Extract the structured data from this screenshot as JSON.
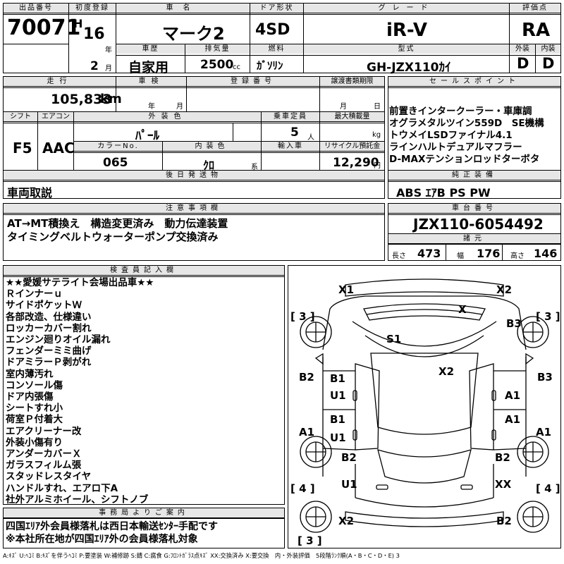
{
  "header": {
    "lot_label": "出品番号",
    "lot_no": "70071",
    "first_reg_label": "初度登録",
    "era": "H",
    "year": "16",
    "year_unit": "年",
    "month": "2",
    "month_unit": "月",
    "car_name_label": "車名",
    "car_name": "マーク2",
    "door_label": "ドア形状",
    "door": "4SD",
    "grade_label": "グレード",
    "grade": "iR-V",
    "score_label": "評価点",
    "score": "RA",
    "history_label": "車歴",
    "history": "自家用",
    "displacement_label": "排気量",
    "displacement": "2500",
    "displacement_unit": "cc",
    "fuel_label": "燃料",
    "fuel": "ｶﾞｿﾘﾝ",
    "model_label": "型式",
    "model": "GH-JZX110ｶｲ",
    "ext_label": "外装",
    "ext_score": "D",
    "int_label": "内装",
    "int_score": "D"
  },
  "row2": {
    "mileage_label": "走行",
    "mileage": "105,833",
    "mileage_unit": "km",
    "inspection_label": "車検",
    "year_unit": "年",
    "month_unit": "月",
    "regno_label": "登録番号",
    "transfer_label": "譲渡書類期限",
    "transfer_month_unit": "月",
    "transfer_day_unit": "日",
    "shift_label": "シフト",
    "shift": "F5",
    "ac_label": "エアコン",
    "ac": "AAC",
    "color_label": "外装色",
    "color": "ﾊﾟｰﾙ",
    "capacity_label": "乗車定員",
    "capacity": "5",
    "capacity_unit": "人",
    "load_label": "最大積載量",
    "load_unit": "kg",
    "colorno_label": "カラーNo.",
    "colorno": "065",
    "interior_label": "内装色",
    "interior": "ｸﾛ",
    "interior_unit": "系",
    "import_label": "輸入車",
    "recycle_label": "リサイクル預託金",
    "recycle": "12,290",
    "recycle_unit": "円"
  },
  "sales": {
    "label": "セールスポイント",
    "lines": [
      "前置きインタークーラー・車庫調",
      "オグラメタルツイン559D　SE機構",
      "トウメイLSDファイナル4.1",
      "ラインハルトデュアルマフラー",
      "D-MAXテンションロッドターボタ"
    ]
  },
  "later": {
    "label": "後日発送物",
    "value": "車両取説"
  },
  "equipment": {
    "label": "純正装備",
    "value": "ABS ｴｱB PS PW"
  },
  "notes": {
    "label": "注意事項欄",
    "lines": [
      "AT→MT積換え　構造変更済み　動力伝達装置",
      "タイミングベルトウォーターポンプ交換済み"
    ]
  },
  "chassis": {
    "label": "車台番号",
    "value": "JZX110-6054492",
    "spec_label": "諸元",
    "length_label": "長さ",
    "length": "473",
    "width_label": "幅",
    "width": "176",
    "height_label": "高さ",
    "height": "146"
  },
  "inspector": {
    "label": "検査員記入欄",
    "lines": [
      "★★愛媛サテライト会場出品車★★",
      "Ｒインナーｕ",
      "サイドポケットＷ",
      "各部改造、仕様違い",
      "ロッカーカバー割れ",
      "エンジン廻りオイル漏れ",
      "フェンダーミミ曲げ",
      "ドアミラーＰ剥がれ",
      "室内薄汚れ",
      "コンソール傷",
      "ドア内張傷",
      "シートすれ小",
      "荷室Ｐ付着大",
      "エアクリーナー改",
      "外装小傷有り",
      "アンダーカバーＸ",
      "ガラスフィルム張",
      "スタッドレスタイヤ",
      "ハンドルすれ、エアロ下A",
      "社外アルミホイール、シフトノブ"
    ]
  },
  "office": {
    "label": "事務局よりご案内",
    "lines": [
      "四国ｴﾘｱ外会員様落札は西日本輸送ｾﾝﾀｰ手配です",
      "※本社所在地が四国ｴﾘｱ外の会員様落札対象"
    ]
  },
  "diagram": {
    "marks": [
      "X1",
      "X2",
      "[ 3 ]",
      "[ 3 ]",
      "X",
      "B3",
      "S1",
      "B2",
      "B3",
      "B1",
      "U1",
      "X2",
      "A1",
      "B1",
      "U1",
      "A1",
      "A1",
      "A1",
      "B2",
      "B2",
      "U1",
      "XX",
      "[ 4 ]",
      "[ 4 ]",
      "X2",
      "B2",
      "[ 3 ]"
    ]
  },
  "legend": "A:ｷｽﾞ U:ﾍｺﾐ B:ｷｽﾞを伴うﾍｺﾐ P:要塗装 W:補修跡 S:錆 C:腐食 G:ﾌﾛﾝﾄｶﾞﾗｽ点ｷｽﾞ XX:交換済み X:要交換　内・外装評価　5段階ﾗﾝｸ順(A・B・C・D・E) 3"
}
